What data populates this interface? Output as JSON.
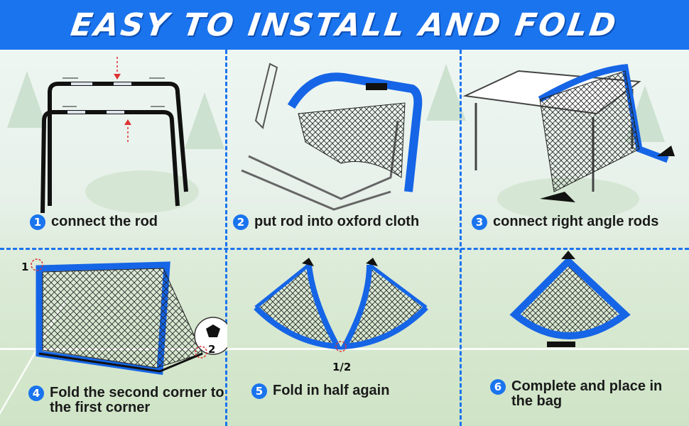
{
  "header": {
    "title": "EASY TO INSTALL AND FOLD"
  },
  "steps": [
    {
      "number": "1",
      "text": "connect the rod"
    },
    {
      "number": "2",
      "text": "put rod into oxford cloth"
    },
    {
      "number": "3",
      "text": "connect right angle rods"
    },
    {
      "number": "4",
      "text": "Fold the second corner to the first corner"
    },
    {
      "number": "5",
      "text": "Fold in half again"
    },
    {
      "number": "6",
      "text": "Complete and place in the bag"
    }
  ],
  "annotations": {
    "corner_one": "1",
    "corner_two": "2",
    "fold_half": "1/2"
  },
  "colors": {
    "brand_blue": "#1a74ee",
    "frame_blue": "#1565e6",
    "net_black": "#222222"
  }
}
